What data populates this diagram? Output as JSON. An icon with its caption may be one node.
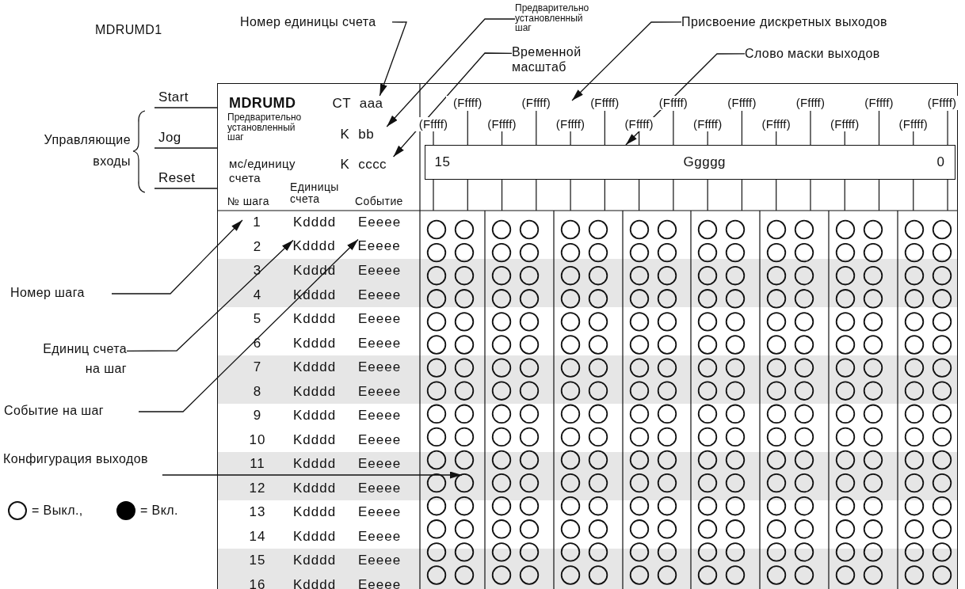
{
  "diagram": {
    "nodes": [
      {
        "text": [
          "Номер единицы счета"
        ]
      },
      {
        "text": [
          "Предварительно установленный шаг"
        ]
      },
      {
        "text": [
          "Присвоение дискретных выходов"
        ]
      },
      {
        "text": [
          "Временной масштаб"
        ]
      },
      {
        "text": [
          "Слово маски выходов"
        ]
      },
      {
        "text": [
          "Start"
        ]
      },
      {
        "text": [
          "Jog"
        ]
      },
      {
        "text": [
          "Reset"
        ]
      },
      {
        "text": [
          "MDRUMD"
        ]
      },
      {
        "text": [
          "CT aaa"
        ],
        "in": 8
      },
      {
        "text": [
          "K bb"
        ],
        "in": 8
      },
      {
        "text": [
          "K cccc"
        ],
        "in": 8
      },
      {
        "text": [
          "15",
          "Ggggg",
          "0"
        ],
        "in": 8
      },
      {
        "text": [
          "1"
        ],
        "in": 8
      },
      {
        "text": [
          "Kdddd"
        ],
        "in": 8
      },
      {
        "text": [
          "Eeeee"
        ],
        "in": 8
      },
      {
        "text": [
          "Номер шага"
        ]
      },
      {
        "text": [
          "Единиц счета на шаг"
        ]
      },
      {
        "text": [
          "Событие на шаг"
        ]
      },
      {
        "text": [
          "Конфигурация выходов"
        ]
      }
    ],
    "edges": [
      {
        "from": 0,
        "to": 9,
        "arrow": "to"
      },
      {
        "from": 1,
        "to": 10,
        "arrow": "to"
      },
      {
        "from": 2,
        "to": 8,
        "arrow": "to"
      },
      {
        "from": 3,
        "to": 11,
        "arrow": "to"
      },
      {
        "from": 4,
        "to": 12,
        "arrow": "to"
      },
      {
        "from": 5,
        "to": 8,
        "arrow": "none"
      },
      {
        "from": 6,
        "to": 8,
        "arrow": "none"
      },
      {
        "from": 7,
        "to": 8,
        "arrow": "none"
      },
      {
        "from": 16,
        "to": 13,
        "arrow": "to"
      },
      {
        "from": 17,
        "to": 14,
        "arrow": "to"
      },
      {
        "from": 18,
        "to": 15,
        "arrow": "to"
      },
      {
        "from": 19,
        "to": null,
        "arrow": "to"
      }
    ],
    "labels": [
      "MDRUMD1",
      "Управляющие входы",
      "Предварительно установленный шаг",
      "мс/единицу счета",
      "Единицы счета",
      "№ шага",
      "Событие",
      "(Fffff)",
      "(Fffff)",
      "(Fffff)",
      "(Fffff)",
      "(Fffff)",
      "(Fffff)",
      "(Fffff)",
      "(Fffff)",
      "(Fffff)",
      "(Fffff)",
      "(Fffff)",
      "(Fffff)",
      "(Fffff)",
      "(Fffff)",
      "(Fffff)",
      "(Fffff)",
      "Kdddd",
      "Eeeee",
      "2",
      "3",
      "Kdddd",
      "Eeeee",
      "4",
      "Kdddd",
      "Eeeee",
      "5",
      "Kdddd",
      "Eeeee",
      "6",
      "Kdddd",
      "Eeeee",
      "7",
      "Kdddd",
      "Eeeee",
      "8",
      "Kdddd",
      "Eeeee",
      "9",
      "Kdddd",
      "Eeeee",
      "10",
      "Kdddd",
      "Eeeee",
      "11",
      "Kdddd",
      "Eeeee",
      "12",
      "Kdddd",
      "Eeeee",
      "13",
      "Kdddd",
      "Eeeee",
      "14",
      "Kdddd",
      "Eeeee",
      "15",
      "Kdddd",
      "Eeeee",
      "16",
      "Kdddd",
      "Eeeee"
    ],
    "legend": [
      {
        "text": "= Выкл.,"
      },
      {
        "text": "= Вкл.",
        "color": "#000000"
      }
    ]
  }
}
